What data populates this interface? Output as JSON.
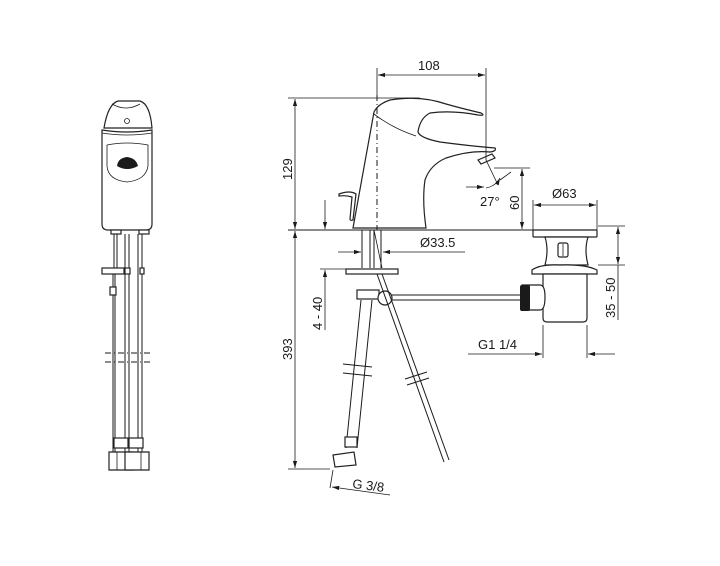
{
  "drawing": {
    "title": "Single-lever basin mixer with pop-up waste — dimension drawing",
    "colors": {
      "line": "#1a1a1a",
      "background": "#ffffff"
    },
    "views": [
      {
        "name": "front-view"
      },
      {
        "name": "side-view"
      },
      {
        "name": "pop-up-waste-view"
      }
    ],
    "dimensions": {
      "spout_reach": "108",
      "height_above_deck": "129",
      "spout_outlet_height": "60",
      "spout_angle": "27°",
      "base_diameter": "Ø33.5",
      "deck_thickness": "4 - 40",
      "total_height_below": "393",
      "hose_connection": "G 3/8",
      "waste_diameter": "Ø63",
      "waste_thread": "G1 1/4",
      "waste_height": "35 - 50"
    }
  }
}
